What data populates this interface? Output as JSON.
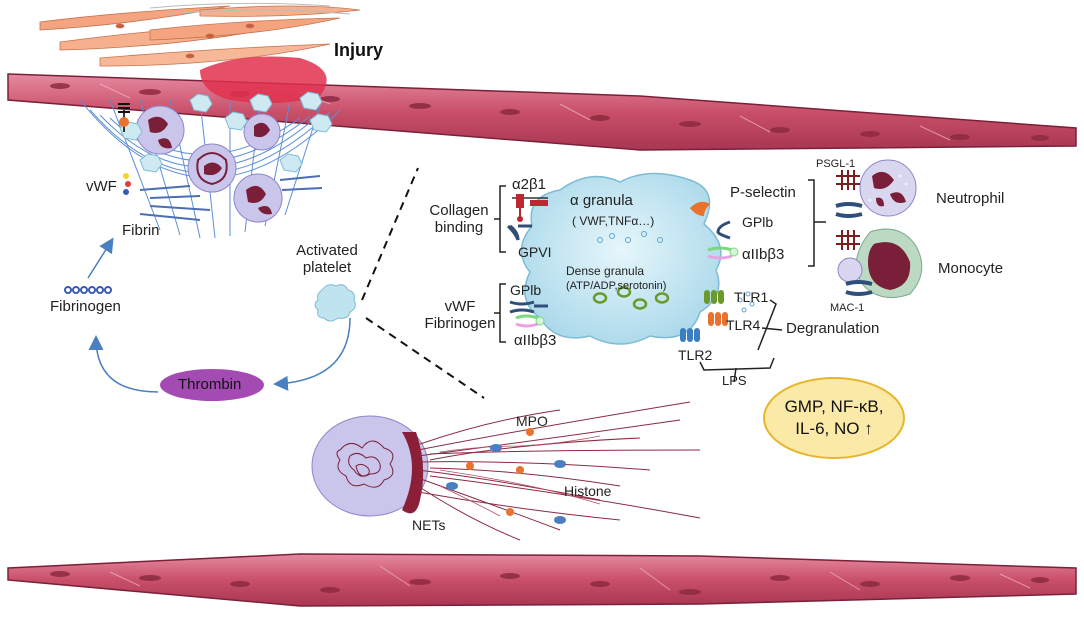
{
  "colors": {
    "vessel_fill": "#c94f69",
    "vessel_light": "#e07a92",
    "vessel_dark": "#8c2a40",
    "nucleus": "#7a1f3a",
    "platelet": "#bfe4f0",
    "platelet_edge": "#7fbcd4",
    "fibrin_mesh": "#5b8fd6",
    "arrow": "#4a7fc1",
    "thrombin": "#a44bb3",
    "cytokine_fill": "#fbe9a8",
    "cytokine_edge": "#e7b62c",
    "smooth_muscle": "#f4a57f",
    "injury_red": "#e0304e"
  },
  "labels": {
    "injury": "Injury",
    "vwf": "vWF",
    "fibrin": "Fibrin",
    "fibrinogen": "Fibrinogen",
    "thrombin": "Thrombin",
    "activated_platelet": [
      "Activated",
      "platelet"
    ],
    "collagen_binding": [
      "Collagen",
      "binding"
    ],
    "vwf_fibrinogen": [
      "vWF",
      "Fibrinogen"
    ],
    "a2b1": "α2β1",
    "gpvi": "GPVI",
    "gplb_left": "GPlb",
    "aiib3_left": "αIIbβ3",
    "alpha_granula": "α granula",
    "alpha_contents": "( VWF,TNFα…)",
    "dense_granula": "Dense granula",
    "dense_contents": "(ATP/ADP,serotonin)",
    "p_selectin": "P-selectin",
    "gplb_right": "GPlb",
    "aiib3_right": "αIIbβ3",
    "tlr1": "TLR1",
    "tlr4": "TLR4",
    "tlr2": "TLR2",
    "degranulation": "Degranulation",
    "lps": "LPS",
    "psgl1": "PSGL-1",
    "mac1": "MAC-1",
    "neutrophil": "Neutrophil",
    "monocyte": "Monocyte",
    "cytokines": [
      "GMP, NF-κB,",
      "IL-6, NO ↑"
    ],
    "mpo": "MPO",
    "histone": "Histone",
    "nets": "NETs"
  }
}
